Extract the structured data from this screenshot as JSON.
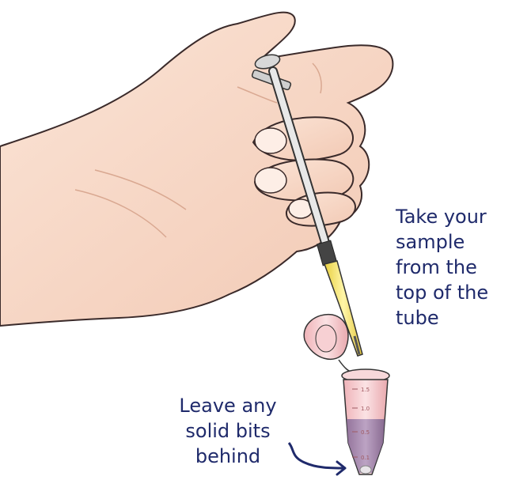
{
  "annotations": {
    "sample_instruction": [
      "Take your",
      "sample",
      "from the",
      "top of the",
      "tube"
    ],
    "solids_instruction": [
      "Leave any",
      "solid bits",
      "behind"
    ]
  },
  "tube_scale": [
    "1.5",
    "1.0",
    "0.5",
    "0.1"
  ],
  "colors": {
    "text": "#1f2a6b",
    "skin": "#f8d9c8",
    "skin_outline": "#3a2a2a",
    "pipette_tip": "#f3e36a",
    "tube_liquid": "#9a7fa6",
    "tube_body": "#f3c6c9"
  }
}
